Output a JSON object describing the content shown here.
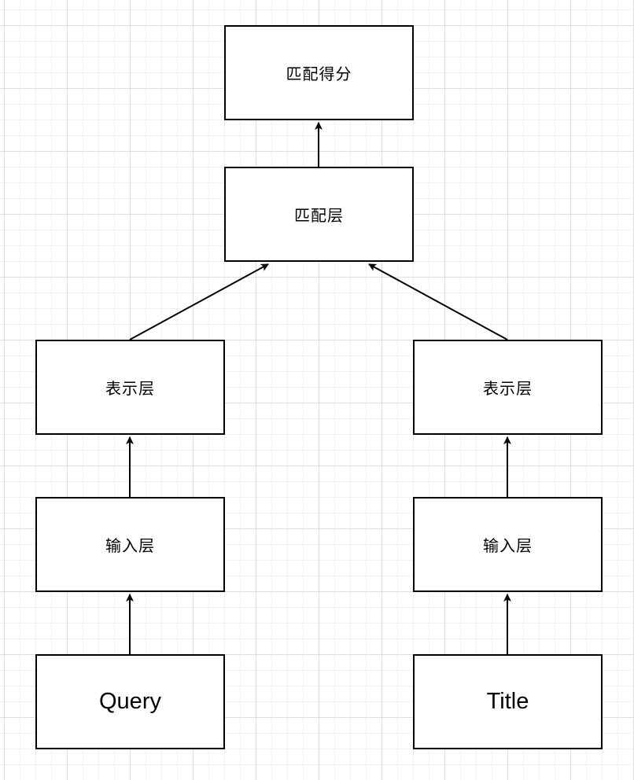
{
  "diagram": {
    "nodes": {
      "match_score": "匹配得分",
      "match_layer": "匹配层",
      "repr_left": "表示层",
      "repr_right": "表示层",
      "input_left": "输入层",
      "input_right": "输入层",
      "query": "Query",
      "title": "Title"
    },
    "edges": [
      {
        "from": "query",
        "to": "input_left"
      },
      {
        "from": "input_left",
        "to": "repr_left"
      },
      {
        "from": "repr_left",
        "to": "match_layer"
      },
      {
        "from": "title",
        "to": "input_right"
      },
      {
        "from": "input_right",
        "to": "repr_right"
      },
      {
        "from": "repr_right",
        "to": "match_layer"
      },
      {
        "from": "match_layer",
        "to": "match_score"
      }
    ]
  }
}
